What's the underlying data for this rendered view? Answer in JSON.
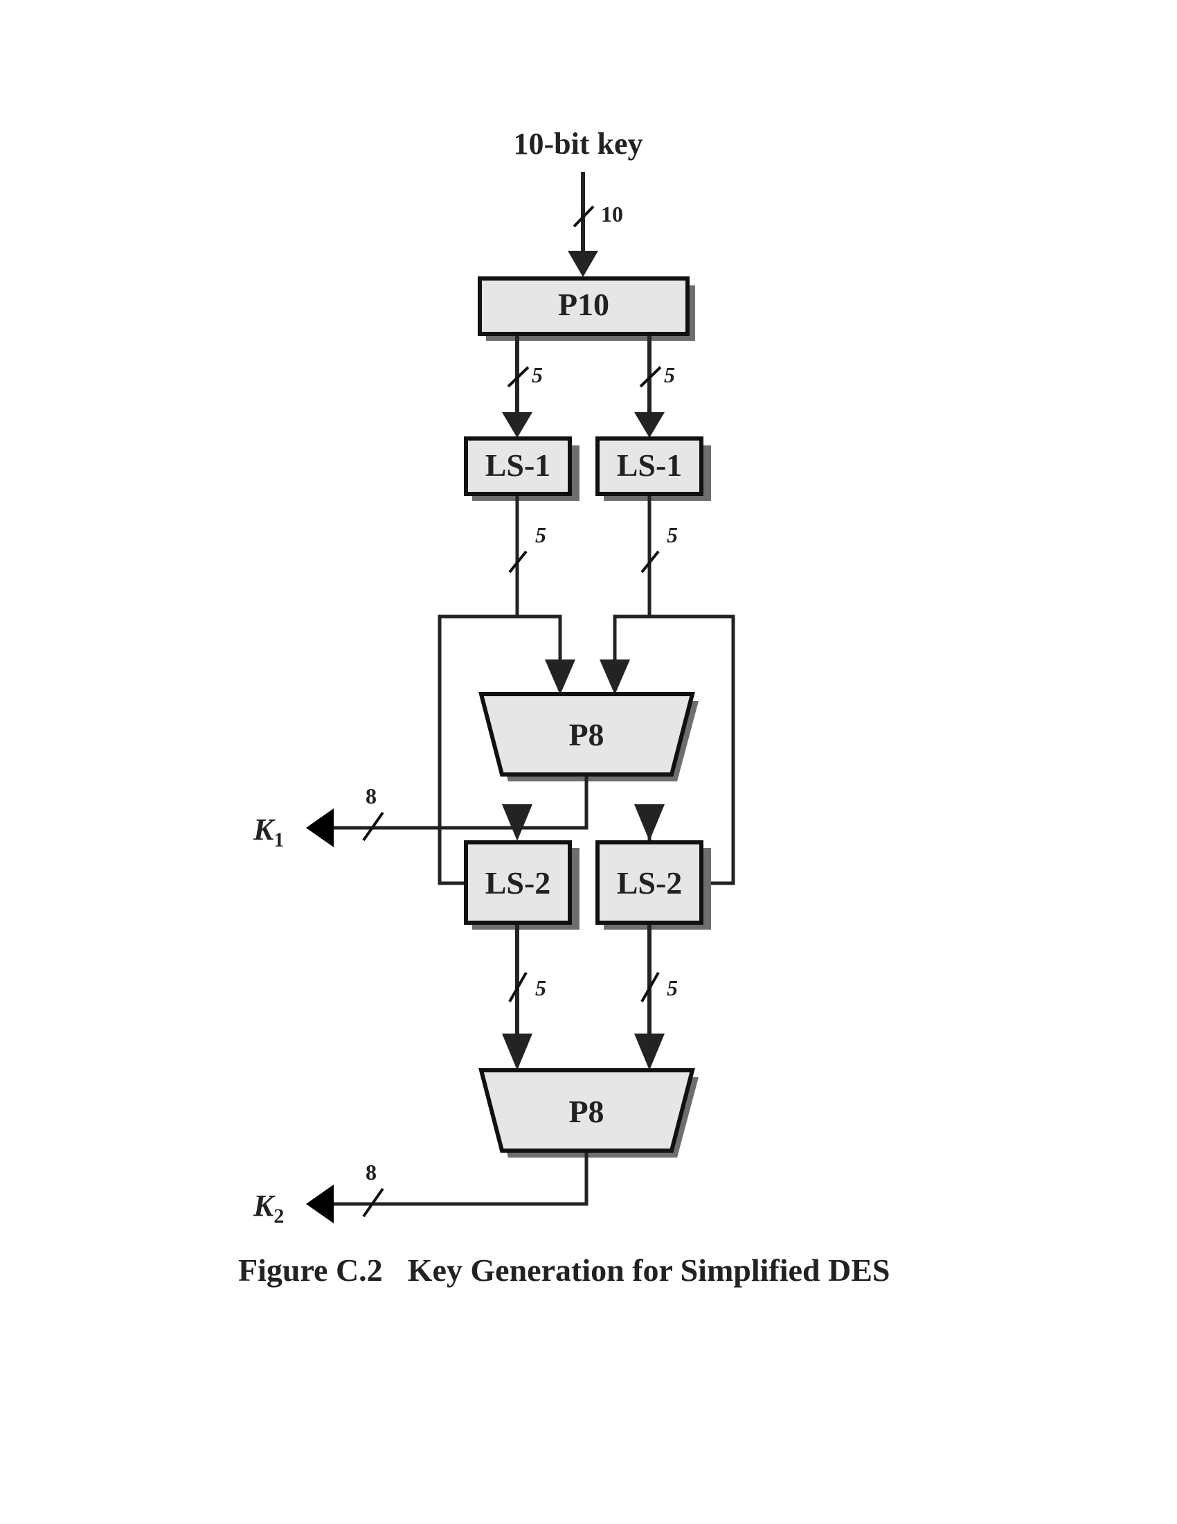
{
  "diagram": {
    "input_label": "10-bit key",
    "input_width": "10",
    "p10_label": "P10",
    "split_width": "5",
    "ls1_label": "LS-1",
    "ls2_label": "LS-2",
    "p8_label": "P8",
    "key_width": "8",
    "k1_label": "K",
    "k1_sub": "1",
    "k2_label": "K",
    "k2_sub": "2"
  },
  "caption": {
    "number": "Figure C.2",
    "title": "Key Generation for Simplified DES"
  }
}
